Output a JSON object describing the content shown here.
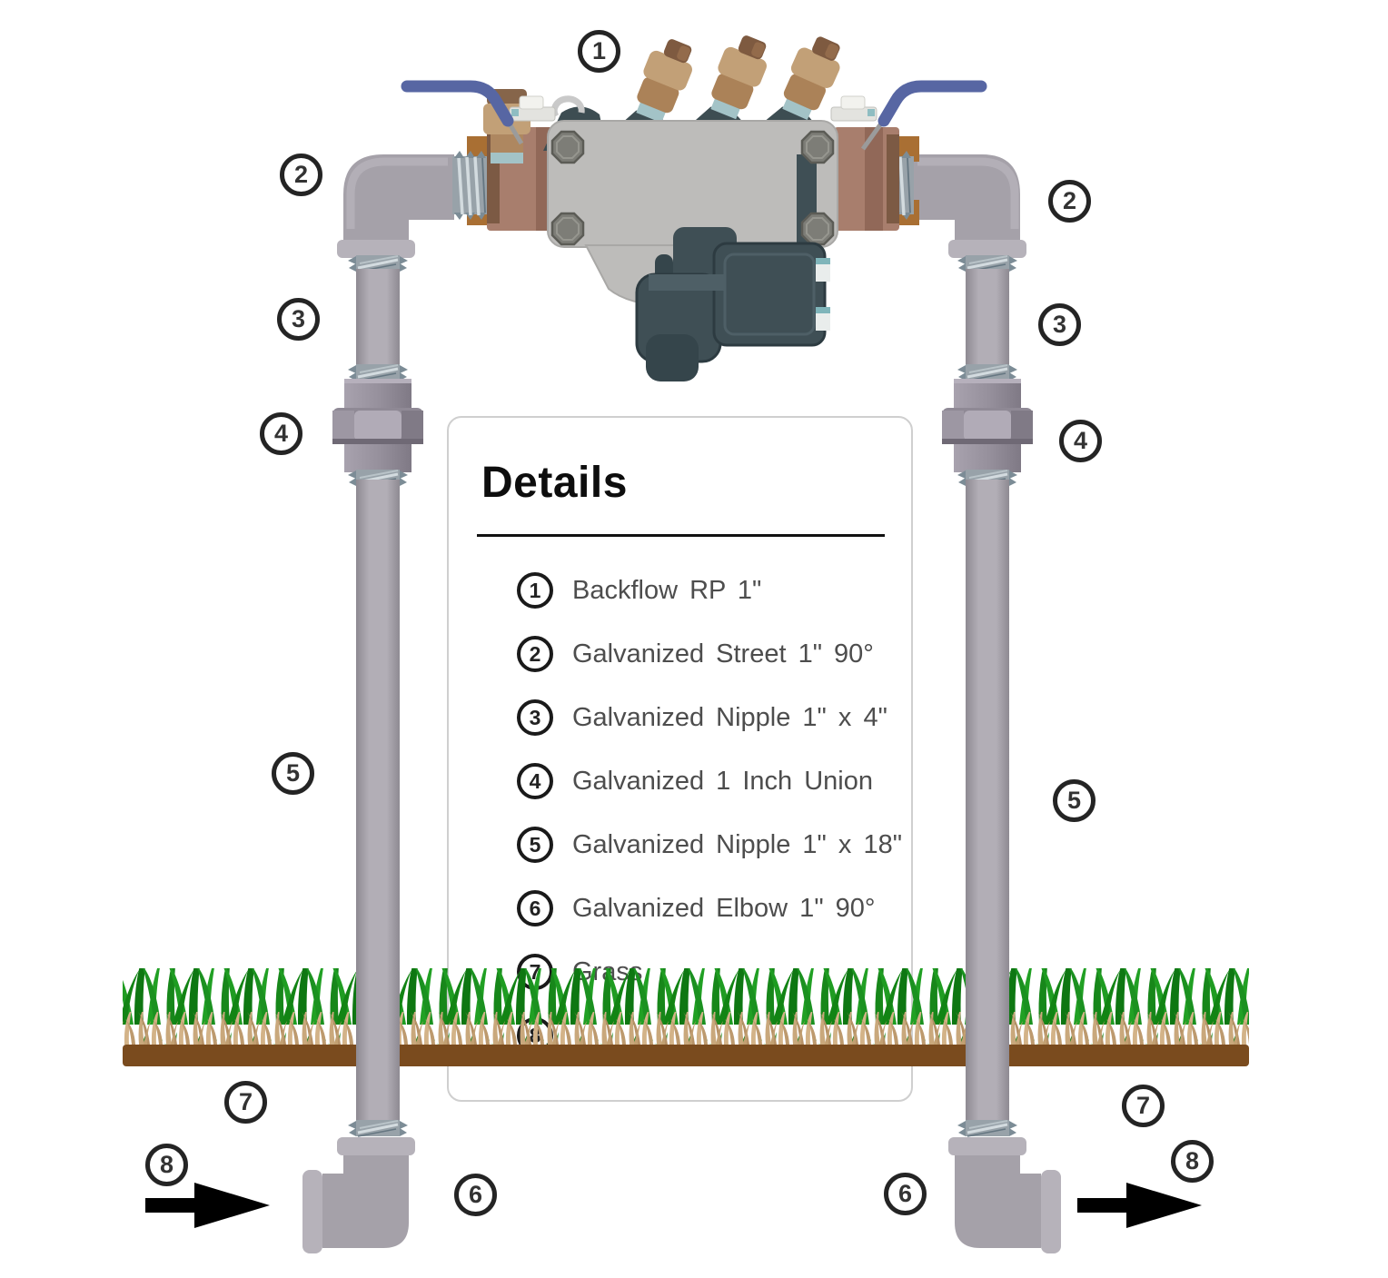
{
  "legend": {
    "title": "Details",
    "items": [
      {
        "number": "1",
        "label": "Backflow RP 1\""
      },
      {
        "number": "2",
        "label": "Galvanized Street 1\" 90°"
      },
      {
        "number": "3",
        "label": "Galvanized Nipple 1\" x 4\""
      },
      {
        "number": "4",
        "label": "Galvanized 1 Inch Union"
      },
      {
        "number": "5",
        "label": "Galvanized Nipple 1\" x 18\""
      },
      {
        "number": "6",
        "label": "Galvanized Elbow 1\" 90°"
      },
      {
        "number": "7",
        "label": "Grass"
      },
      {
        "number": "8",
        "label": ""
      }
    ]
  },
  "diagram": {
    "callouts": [
      {
        "number": "1",
        "side": "center"
      },
      {
        "number": "2",
        "side": "left"
      },
      {
        "number": "2",
        "side": "right"
      },
      {
        "number": "3",
        "side": "left"
      },
      {
        "number": "3",
        "side": "right"
      },
      {
        "number": "4",
        "side": "left"
      },
      {
        "number": "4",
        "side": "right"
      },
      {
        "number": "5",
        "side": "left"
      },
      {
        "number": "5",
        "side": "right"
      },
      {
        "number": "6",
        "side": "left"
      },
      {
        "number": "6",
        "side": "right"
      },
      {
        "number": "7",
        "side": "left"
      },
      {
        "number": "7",
        "side": "right"
      },
      {
        "number": "8",
        "side": "left"
      },
      {
        "number": "8",
        "side": "right"
      }
    ],
    "flow_arrows": [
      {
        "icon": "flow-arrow-right-icon",
        "side": "left"
      },
      {
        "icon": "flow-arrow-right-icon",
        "side": "right"
      }
    ],
    "colors": {
      "pipe_gray": "#a5a1a9",
      "pipe_hub_gray": "#b6b2ba",
      "thread_gray": "#98a2a9",
      "union_gray": "#8f8995",
      "fitting_bronze": "#a87e6d",
      "bronze_shadow": "#916858",
      "brass": "#c2a077",
      "brass_dark": "#7e5a40",
      "collar_blue": "#a3c3c7",
      "handle_blue": "#5766a3",
      "device_plate": "#bdbcba",
      "bolt_gray": "#7d7d77",
      "relief_slate": "#3f4f55",
      "grass_green": "#1b8b1e",
      "grass_tan": "#c3a175",
      "soil_brown": "#7a4b1e",
      "arrow_black": "#000000",
      "callout_border": "#242424",
      "panel_border": "#cfcfcf",
      "label_text": "#4d4d4d"
    }
  }
}
